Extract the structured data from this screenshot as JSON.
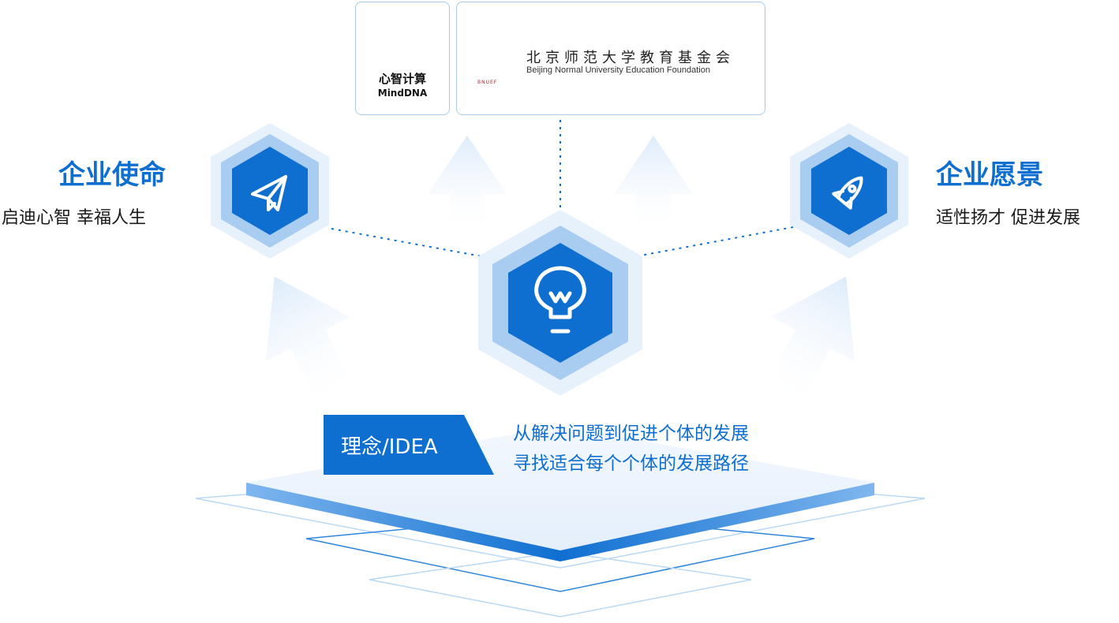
{
  "logos": {
    "mind_cn": "心智计算",
    "mind_en": "MindDNA",
    "bnu_cn": "北京师范大学教育基金会",
    "bnu_en": "Beijing Normal University Education Foundation",
    "bnu_seal_text": "BNUEF"
  },
  "mission": {
    "title": "企业使命",
    "subtitle": "启迪心智 幸福人生",
    "icon": "paper-plane-icon"
  },
  "vision": {
    "title": "企业愿景",
    "subtitle": "适性扬才 促进发展",
    "icon": "rocket-icon"
  },
  "center": {
    "icon": "lightbulb-icon"
  },
  "idea": {
    "label": "理念/IDEA",
    "lines": [
      "从解决问题到促进个体的发展",
      "寻找适合每个个体的发展路径"
    ]
  },
  "colors": {
    "primary": "#0f6fd1",
    "hex_mid": "#a9cdf1",
    "hex_outer": "#e6f1fc",
    "brand_red": "#b5222a"
  }
}
